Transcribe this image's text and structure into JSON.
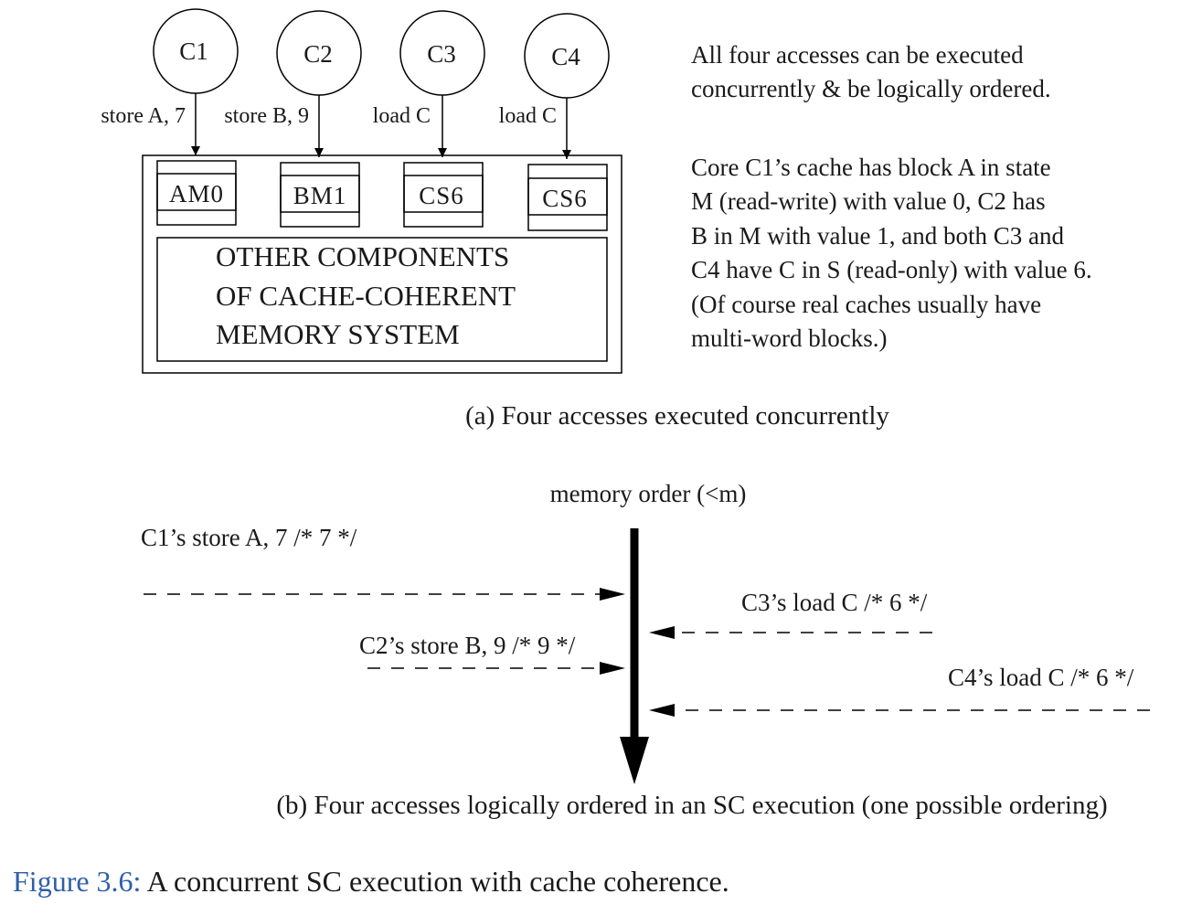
{
  "part_a": {
    "cores": [
      {
        "name": "C1",
        "access": "store A, 7",
        "cache": "AM0"
      },
      {
        "name": "C2",
        "access": "store B, 9",
        "cache": "BM1"
      },
      {
        "name": "C3",
        "access": "load C",
        "cache": "CS6"
      },
      {
        "name": "C4",
        "access": "load C",
        "cache": "CS6"
      }
    ],
    "memory_system_lines": [
      "OTHER COMPONENTS",
      "OF CACHE-COHERENT",
      "MEMORY SYSTEM"
    ],
    "note1_lines": [
      "All four accesses can be executed",
      "concurrently & be logically ordered."
    ],
    "note2_lines": [
      "Core C1’s cache has block A in state",
      "M (read-write) with value 0, C2 has",
      "B in M with value 1, and both C3 and",
      "C4 have C in S (read-only) with value 6.",
      "(Of course real caches usually have",
      "multi-word blocks.)"
    ],
    "subcaption": "(a) Four accesses executed concurrently"
  },
  "part_b": {
    "axis_label": "memory order (<m)",
    "events": [
      {
        "label": "C1’s store A, 7 /* 7 */"
      },
      {
        "label": "C3’s load C /* 6 */"
      },
      {
        "label": "C2’s store B, 9 /* 9 */"
      },
      {
        "label": "C4’s load C /* 6 */"
      }
    ],
    "subcaption": "(b) Four accesses logically ordered in an SC execution (one possible ordering)"
  },
  "caption": {
    "label": "Figure 3.6:",
    "text": " A concurrent SC execution with cache coherence.",
    "label_color": "#2f5fa8",
    "text_color": "#1a1a1a"
  }
}
